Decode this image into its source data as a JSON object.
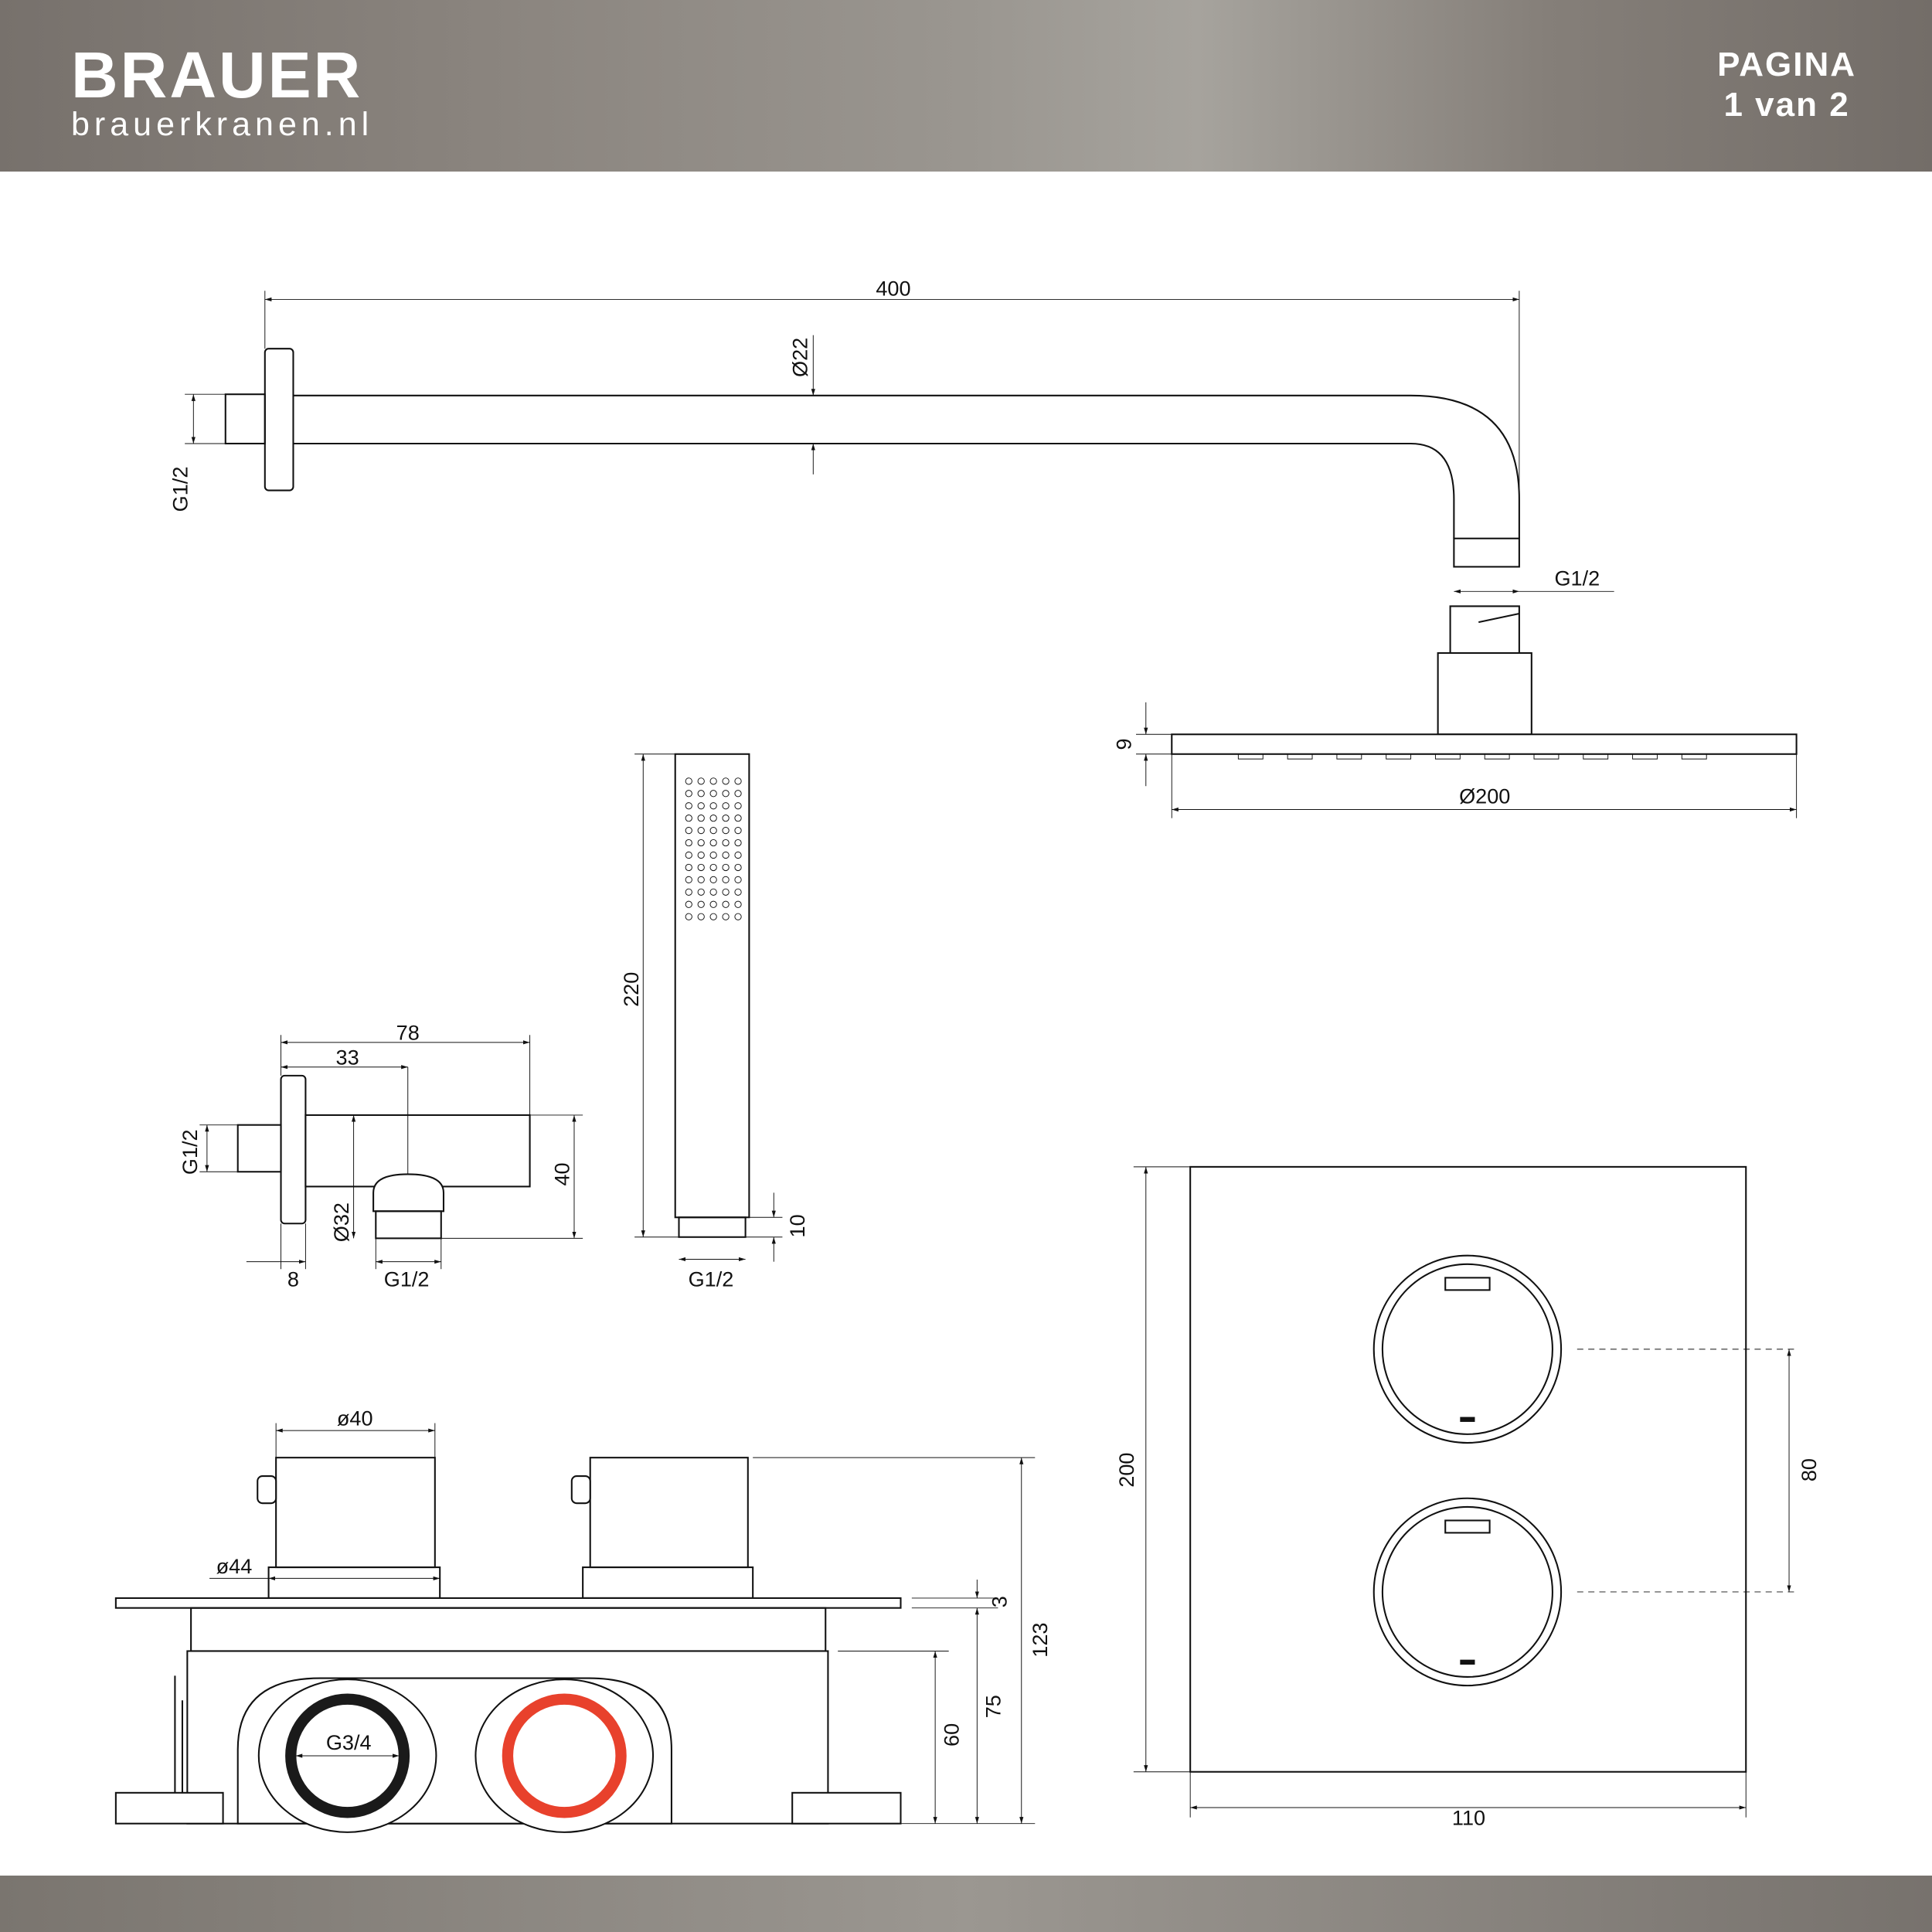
{
  "header": {
    "brand": "BRAUER",
    "website": "brauerkranen.nl",
    "page_label": "PAGINA",
    "page_count": "1 van 2"
  },
  "dims": {
    "arm_length": "400",
    "arm_diameter": "Ø22",
    "arm_thread": "G1/2",
    "arm_outlet_thread": "G1/2",
    "head_height": "9",
    "head_diameter": "Ø200",
    "hand_length": "220",
    "hand_thread_len": "10",
    "hand_thread": "G1/2",
    "outlet_total": "78",
    "outlet_offset": "33",
    "outlet_height": "40",
    "outlet_wall_thread": "G1/2",
    "outlet_diameter": "Ø32",
    "outlet_flange": "8",
    "outlet_thread": "G1/2",
    "knob_diameter": "ø40",
    "base_diameter": "ø44",
    "inlet_thread": "G3/4",
    "plate_thickness": "3",
    "depth_75": "75",
    "depth_60": "60",
    "depth_total": "123",
    "panel_height": "200",
    "panel_width": "110",
    "knob_spacing": "80"
  },
  "colors": {
    "hot": "#e8412c",
    "cold": "#1a1a1a"
  }
}
